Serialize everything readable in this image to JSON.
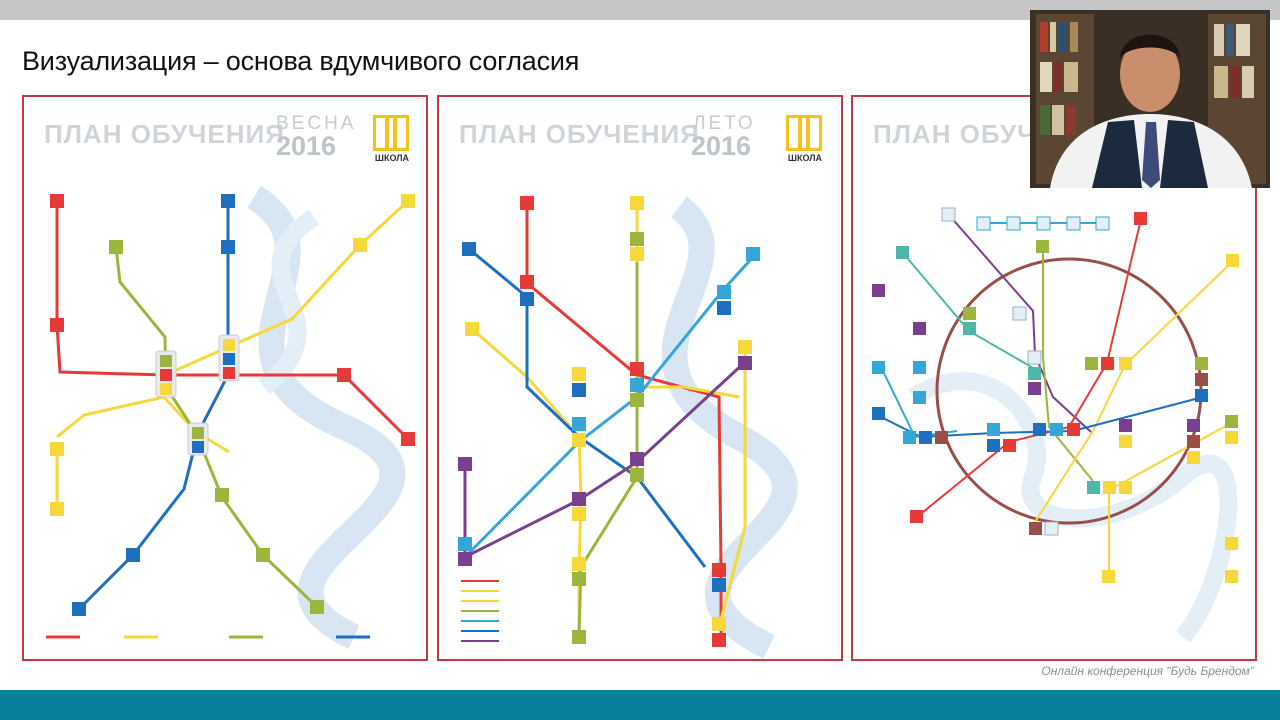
{
  "slide": {
    "title": "Визуализация – основа вдумчивого согласия",
    "footer": "Онлайн конференция \"Будь Брендом\""
  },
  "panels": [
    {
      "title": "ПЛАН ОБУЧЕНИЯ",
      "season": "ВЕСНА",
      "year": "2016",
      "logo_label": "ШКОЛА"
    },
    {
      "title": "ПЛАН ОБУЧЕНИЯ",
      "season": "ЛЕТО",
      "year": "2016",
      "logo_label": "ШКОЛА"
    },
    {
      "title": "ПЛАН ОБУЧ"
    }
  ],
  "colors": {
    "red": "#e63a36",
    "yellow": "#f7d83a",
    "green": "#9bb53d",
    "blue": "#1e6fc0",
    "cyan": "#35a6d8",
    "purple": "#7a3f8f",
    "teal": "#4fb7a8",
    "brown": "#9a4e4a",
    "lightblue": "#bcd6ea",
    "frame": "#c03a44",
    "bottom_bar": "#0a7f9c"
  }
}
